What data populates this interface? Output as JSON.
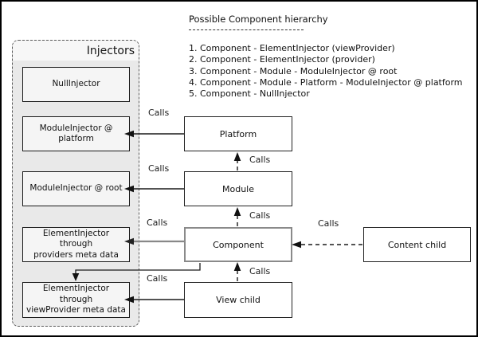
{
  "hierarchy": {
    "title": "Possible Component hierarchy",
    "items": [
      "1. Component - ElementInjector (viewProvider)",
      "2. Component - ElementInjector (provider)",
      "3. Component - Module - ModuleInjector @ root",
      "4. Component - Module - Platform - ModuleInjector @ platform",
      "5. Component - NullInjector"
    ]
  },
  "injectors_panel": {
    "title": "Injectors",
    "boxes": [
      {
        "label": "NullInjector"
      },
      {
        "label": "ModuleInjector @ platform"
      },
      {
        "label": "ModuleInjector @ root"
      },
      {
        "label": "ElementInjector\nthrough\nproviders meta data"
      },
      {
        "label": "ElementInjector\nthrough\nviewProvider meta data"
      }
    ]
  },
  "nodes": {
    "platform": "Platform",
    "module": "Module",
    "component": "Component",
    "view_child": "View child",
    "content_child": "Content child"
  },
  "edge_label": "Calls",
  "colors": {
    "panel_bg": "#e9e9e9",
    "panel_header_bg": "#f7f7f7",
    "panel_border": "#5a5a5a",
    "injector_box_bg": "#f5f5f5",
    "node_border": "#222222",
    "component_border": "#8a8a8a",
    "gray_arrow": "#888888",
    "arrow": "#1a1a1a"
  }
}
